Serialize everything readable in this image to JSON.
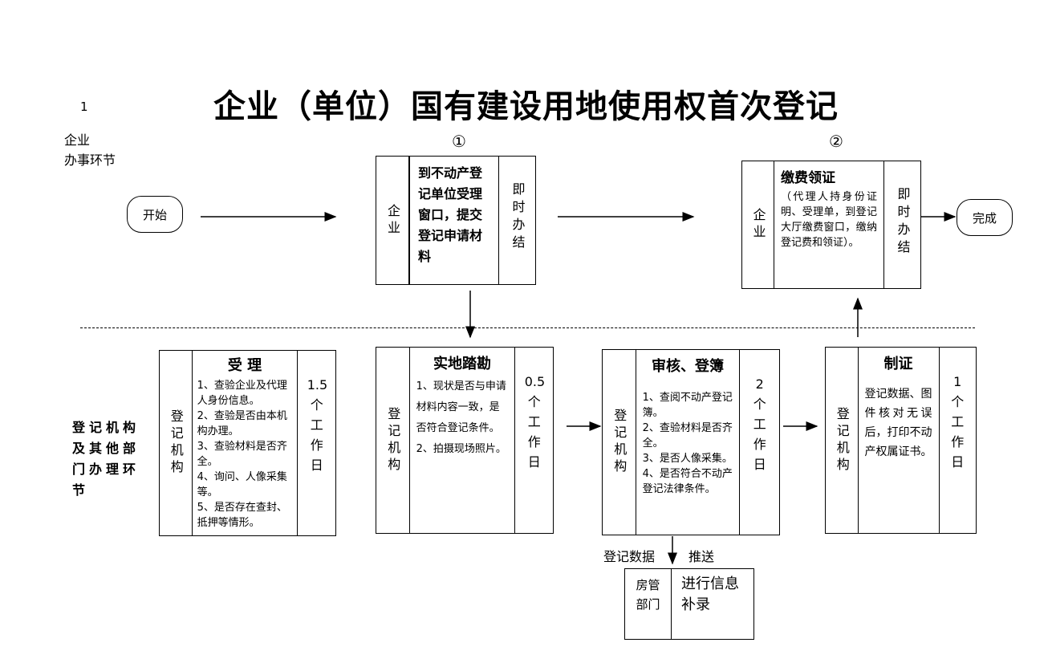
{
  "page_number": "1",
  "title": "企业（单位）国有建设用地使用权首次登记",
  "lanes": {
    "enterprise": "企业\n办事环节",
    "registry": "登记机构及其他部门办理环节"
  },
  "markers": {
    "one": "①",
    "two": "②"
  },
  "start": "开始",
  "end": "完成",
  "step1": {
    "actor": "企业",
    "text": "到不动产登\n记单位受理\n窗口，提交\n登记申请材\n料",
    "time": "即时办结"
  },
  "step_pay": {
    "actor": "企业",
    "title": "缴费领证",
    "text": "（代理人持身份证明、受理单，到登记大厅缴费窗口，缴纳登记费和领证）。",
    "time": "即时办结"
  },
  "accept": {
    "actor": "登记机构",
    "title": "受  理",
    "text": "1、查验企业及代理人身份信息。\n2、查验是否由本机构办理。\n3、查验材料是否齐全。\n4、询问、人像采集等。\n5、是否存在查封、抵押等情形。",
    "time": "1.5\n个\n工\n作\n日"
  },
  "survey": {
    "actor": "登记机构",
    "title": "实地踏勘",
    "text": "1、现状是否与申请材料内容一致，是否符合登记条件。\n2、拍摄现场照片。",
    "time": "0.5\n个\n工\n作\n日"
  },
  "review": {
    "actor": "登记机构",
    "title": "审核、登簿",
    "text": "1、查阅不动产登记簿。\n2、查验材料是否齐全。\n3、是否人像采集。\n4、是否符合不动产登记法律条件。",
    "time": "2\n个\n工\n作\n日"
  },
  "certify": {
    "actor": "登记机构",
    "title": "制证",
    "text": "登记数据、图件核对无误后，打印不动产权属证书。",
    "time": "1\n个\n工\n作\n日"
  },
  "push": {
    "left": "登记数据",
    "right": "推送"
  },
  "housing": {
    "actor": "房管\n部门",
    "text": "进行信息\n补录"
  }
}
